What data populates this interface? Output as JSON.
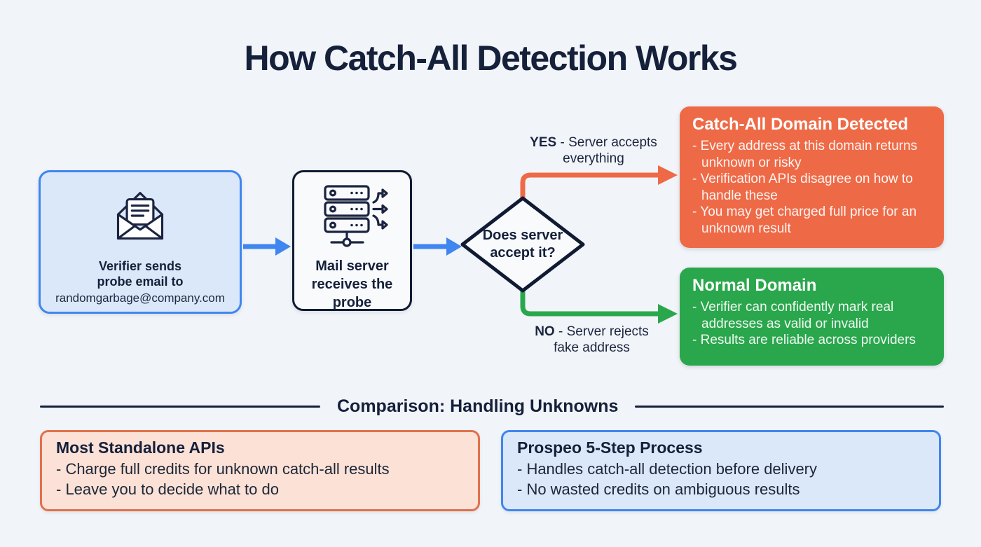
{
  "title": "How Catch-All Detection Works",
  "flow": {
    "verifier_box": {
      "line1": "Verifier sends",
      "line2": "probe email to",
      "email": "randomgarbage@company.com"
    },
    "mail_server_box": {
      "line1": "Mail server",
      "line2": "receives the",
      "line3": "probe"
    },
    "decision": {
      "line1": "Does server",
      "line2": "accept it?"
    },
    "yes_label": {
      "keyword": "YES",
      "rest_line1": " - Server accepts",
      "rest_line2": "everything"
    },
    "no_label": {
      "keyword": "NO",
      "rest_line1": " - Server rejects",
      "rest_line2": "fake address"
    }
  },
  "outcomes": {
    "catch_all": {
      "title": "Catch-All Domain Detected",
      "bullets": [
        "- Every address at this domain returns unknown or risky",
        "- Verification APIs disagree on how to handle these",
        "- You may get charged full price for an unknown result"
      ]
    },
    "normal": {
      "title": "Normal Domain",
      "bullets": [
        "- Verifier can confidently mark real addresses as valid or invalid",
        "- Results are reliable across providers"
      ]
    }
  },
  "comparison": {
    "heading": "Comparison: Handling Unknowns",
    "standalone": {
      "title": "Most Standalone APIs",
      "bullets": [
        "- Charge full credits for unknown catch-all results",
        "- Leave you to decide what to do"
      ]
    },
    "prospeo": {
      "title": "Prospeo 5-Step Process",
      "bullets": [
        "- Handles catch-all detection before delivery",
        "- No wasted credits on ambiguous results"
      ]
    }
  },
  "icons": {
    "envelope": "envelope-icon",
    "server": "server-icon"
  },
  "colors": {
    "background": "#f1f4f8",
    "navy_text": "#15203a",
    "blue": "#3f86f0",
    "light_blue_fill": "#dbe8f9",
    "orange": "#ee6a47",
    "orange_light_fill": "#fce1d6",
    "orange_border": "#e0714d",
    "green": "#2aa74d",
    "dark_border": "#101b33",
    "white_box_fill": "#f8fafc"
  }
}
